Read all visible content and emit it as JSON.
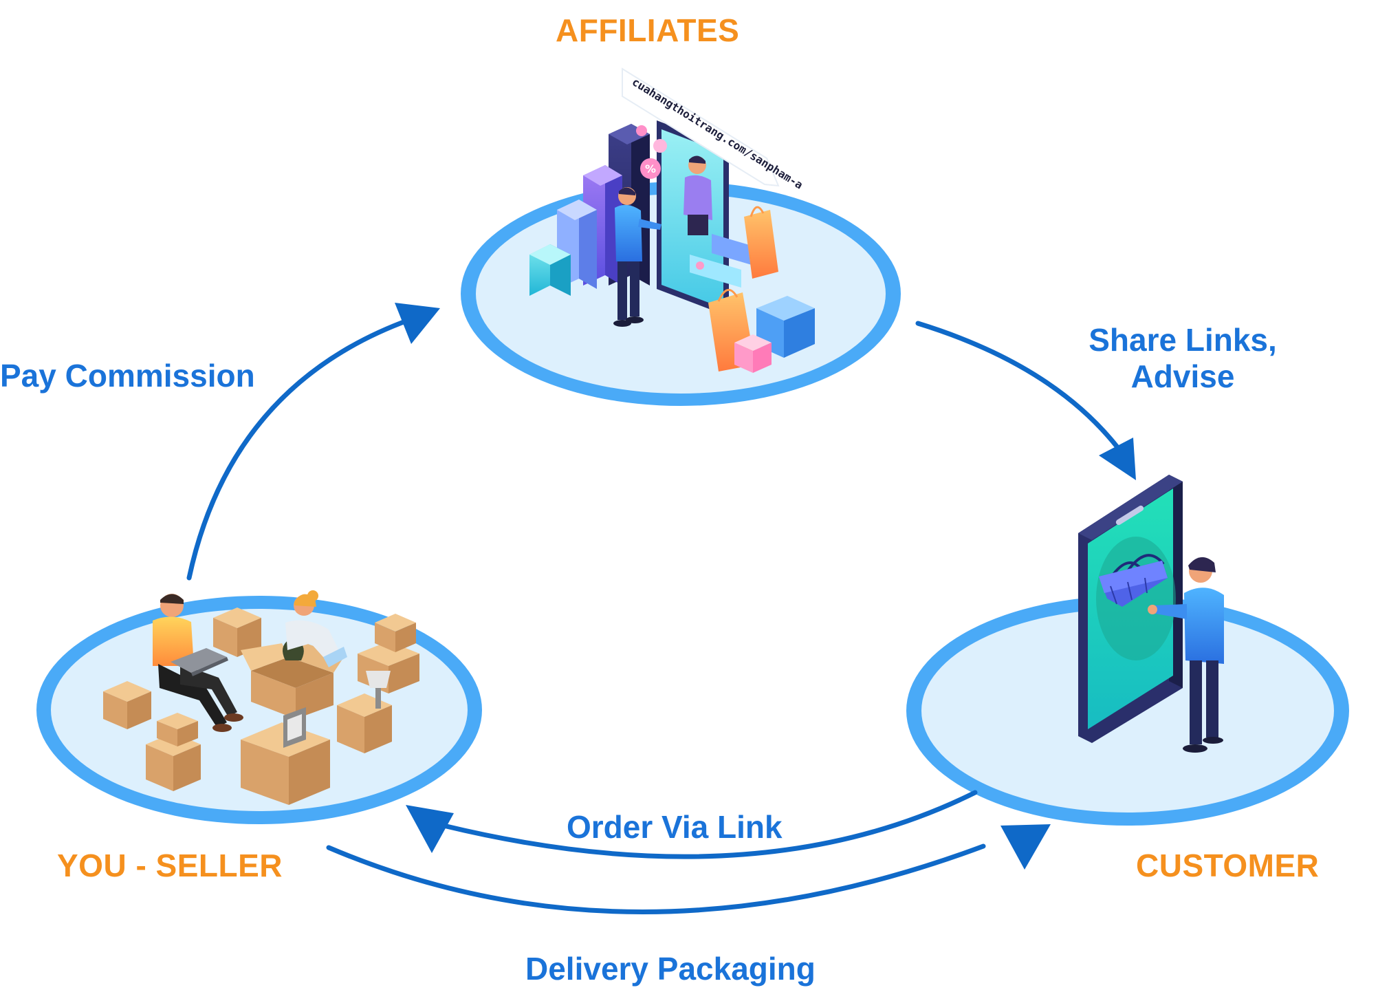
{
  "nodes": {
    "affiliates": {
      "label": "AFFILIATES",
      "url_text": "cuahangthoitrang.com/sanpham-a"
    },
    "seller": {
      "label": "YOU - SELLER"
    },
    "customer": {
      "label": "CUSTOMER"
    }
  },
  "flows": {
    "pay_commission": "Pay Commission",
    "share_links_line1": "Share Links,",
    "share_links_line2": "Advise",
    "order_via_link": "Order Via Link",
    "delivery_packaging": "Delivery Packaging"
  },
  "colors": {
    "accent_orange": "#f5901e",
    "accent_blue": "#1a73d9",
    "ring_blue": "#4aaaf7",
    "platform_fill": "#ddf0fd",
    "arrow_blue": "#0f69c8"
  }
}
